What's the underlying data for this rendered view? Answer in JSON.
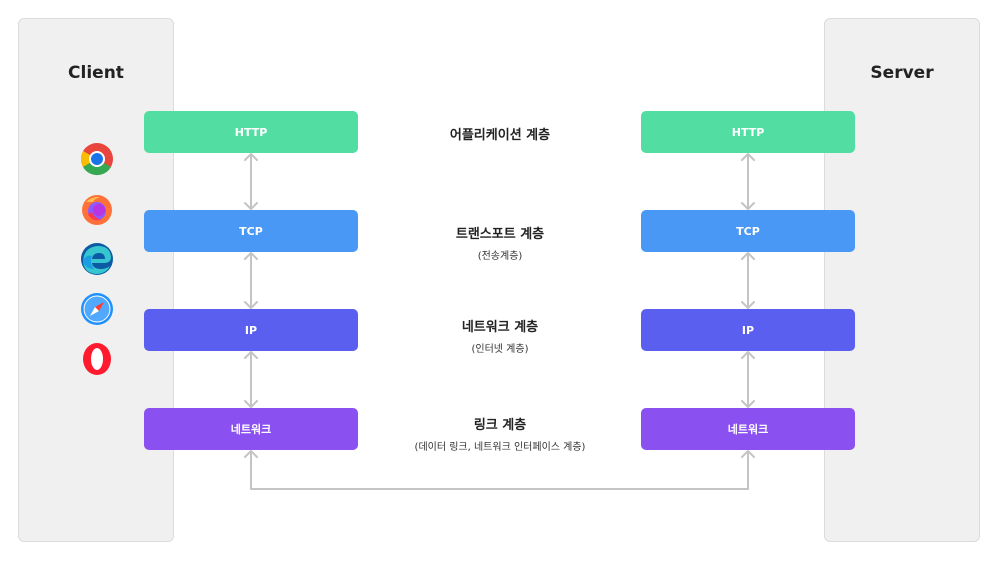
{
  "client": {
    "title": "Client"
  },
  "server": {
    "title": "Server"
  },
  "colors": {
    "http": "#52dda2",
    "tcp": "#4a98f5",
    "ip": "#5a5ff0",
    "link": "#8b50f0",
    "connector": "#c4c4c4",
    "panel": "#f0f0f0"
  },
  "layers": [
    {
      "box_label": "HTTP",
      "name": "어플리케이션 계층",
      "sub": ""
    },
    {
      "box_label": "TCP",
      "name": "트랜스포트 계층",
      "sub": "(전송계층)"
    },
    {
      "box_label": "IP",
      "name": "네트워크 계층",
      "sub": "(인터넷 계층)"
    },
    {
      "box_label": "네트워크",
      "name": "링크 계층",
      "sub": "(데이터 링크, 네트워크 인터페이스 계층)"
    }
  ],
  "browsers": [
    "chrome-icon",
    "firefox-icon",
    "edge-icon",
    "safari-icon",
    "opera-icon"
  ]
}
